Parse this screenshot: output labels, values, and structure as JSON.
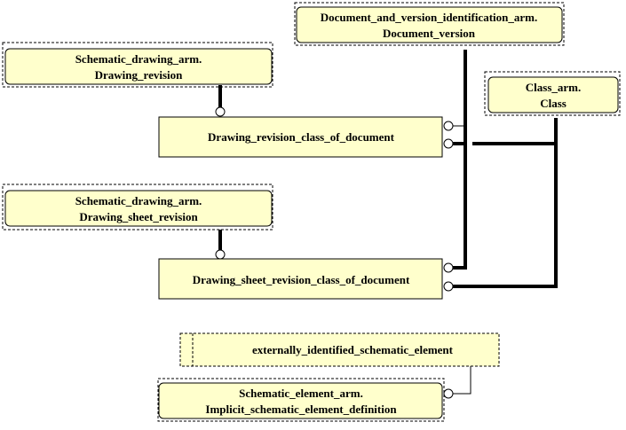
{
  "colors": {
    "box_fill": "#ffffcc",
    "box_stroke": "#000000",
    "dashed_stroke": "#000000",
    "line": "#000000"
  },
  "entities": {
    "drawing_revision_ref": {
      "line1": "Schematic_drawing_arm.",
      "line2": "Drawing_revision"
    },
    "document_version_ref": {
      "line1": "Document_and_version_identification_arm.",
      "line2": "Document_version"
    },
    "class_ref": {
      "line1": "Class_arm.",
      "line2": "Class"
    },
    "drawing_sheet_revision_ref": {
      "line1": "Schematic_drawing_arm.",
      "line2": "Drawing_sheet_revision"
    },
    "drawing_revision_class": {
      "label": "Drawing_revision_class_of_document"
    },
    "drawing_sheet_revision_class": {
      "label": "Drawing_sheet_revision_class_of_document"
    },
    "externally_identified": {
      "label": "externally_identified_schematic_element"
    },
    "implicit_definition_ref": {
      "line1": "Schematic_element_arm.",
      "line2": "Implicit_schematic_element_definition"
    }
  }
}
